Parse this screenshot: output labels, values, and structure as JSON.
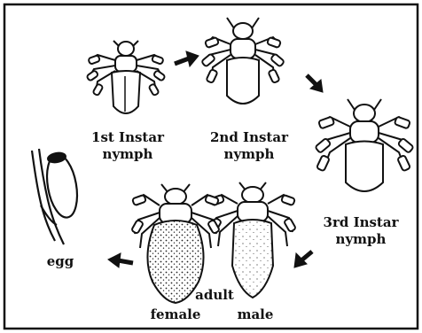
{
  "stages": {
    "first": {
      "name": "1st Instar",
      "sub": "nymph"
    },
    "second": {
      "name": "2nd Instar",
      "sub": "nymph"
    },
    "third": {
      "name": "3rd Instar",
      "sub": "nymph"
    },
    "adult": {
      "label": "adult",
      "female": "female",
      "male": "male"
    },
    "egg": {
      "label": "egg"
    }
  },
  "colors": {
    "ink": "#111111",
    "paper": "#ffffff"
  },
  "icons": [
    "louse-nymph-icon",
    "louse-adult-female-icon",
    "louse-adult-male-icon",
    "nit-egg-icon",
    "arrow-icon"
  ]
}
